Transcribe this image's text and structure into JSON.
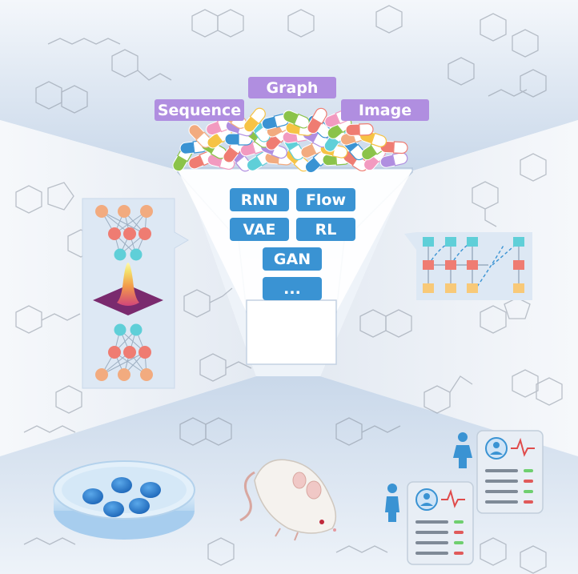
{
  "colors": {
    "accent_purple": "#b08ee0",
    "method_blue": "#3a93d3",
    "neuron_orange": "#f2ab7f",
    "neuron_red": "#ef7c72",
    "neuron_teal": "#5fcfd8",
    "background_panel": "#dfe8f3"
  },
  "representations": {
    "sequence": "Sequence",
    "graph": "Graph",
    "image": "Image"
  },
  "methods": {
    "rnn": "RNN",
    "flow": "Flow",
    "vae": "VAE",
    "rl": "RL",
    "gan": "GAN",
    "more": "..."
  },
  "icons": {
    "left_panel": "neural-network-latent-distribution-icon",
    "right_panel": "sequence-flow-diagram-icon",
    "funnel": "funnel-icon",
    "pills": "pill-capsule-icon",
    "petri": "petri-dish-icon",
    "mouse": "lab-mouse-icon",
    "patient": "person-icon",
    "record": "patient-record-icon"
  }
}
